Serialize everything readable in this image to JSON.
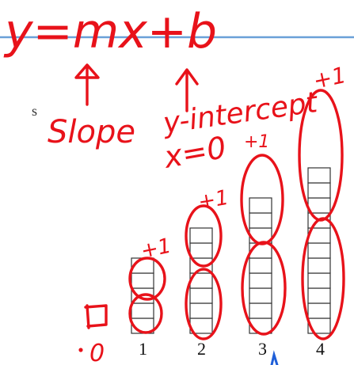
{
  "equation": "y=mx+b",
  "labels": {
    "slope": "Slope",
    "y_intercept": "y-intercept",
    "x_zero": "x=0",
    "plus_one": "+1"
  },
  "stray_glyph": "s",
  "figure_numbers": [
    "1",
    "2",
    "3",
    "4"
  ],
  "zero_label": "0",
  "towers": [
    {
      "figure": 1,
      "squares": 5
    },
    {
      "figure": 2,
      "squares": 7
    },
    {
      "figure": 3,
      "squares": 9
    },
    {
      "figure": 4,
      "squares": 11
    }
  ],
  "colors": {
    "ink": "#e8121a",
    "blue_ink": "#1f5fd8",
    "grid": "#333333"
  }
}
